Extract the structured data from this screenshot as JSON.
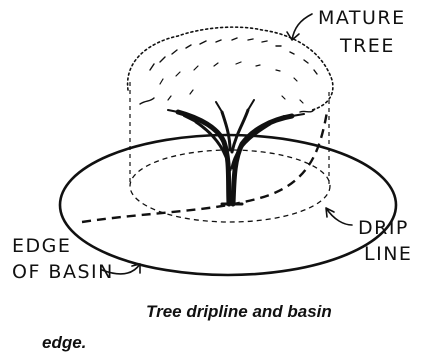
{
  "labels": {
    "mature_tree": [
      "MATURE",
      "TREE"
    ],
    "drip_line": [
      "DRIP",
      "LINE"
    ],
    "edge_of_basin": [
      "EDGE",
      "OF BASIN"
    ]
  },
  "caption": {
    "line1": "Tree  dripline and basin",
    "line2": "edge."
  }
}
